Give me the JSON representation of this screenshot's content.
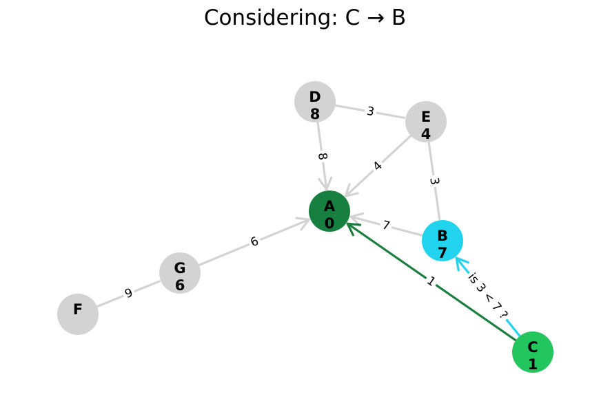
{
  "title": "Considering: C → B",
  "colors": {
    "default_node": "#d3d3d3",
    "default_edge": "#d3d3d3",
    "source_node": "#177f3f",
    "current_node": "#22c55e",
    "target_node": "#22d3ee",
    "tree_edge": "#1a7f3f",
    "considering_edge": "#22d3ee"
  },
  "nodes": [
    {
      "id": "A",
      "dist": "0",
      "color": "#177f3f"
    },
    {
      "id": "B",
      "dist": "7",
      "color": "#22d3ee"
    },
    {
      "id": "C",
      "dist": "1",
      "color": "#22c55e"
    },
    {
      "id": "D",
      "dist": "8",
      "color": "#d3d3d3"
    },
    {
      "id": "E",
      "dist": "4",
      "color": "#d3d3d3"
    },
    {
      "id": "F",
      "dist": "",
      "color": "#d3d3d3"
    },
    {
      "id": "G",
      "dist": "6",
      "color": "#d3d3d3"
    }
  ],
  "edges": [
    {
      "from": "D",
      "to": "E",
      "label": "3",
      "directed": false,
      "color": "#d3d3d3"
    },
    {
      "from": "D",
      "to": "A",
      "label": "8",
      "directed": true,
      "color": "#d3d3d3"
    },
    {
      "from": "E",
      "to": "A",
      "label": "4",
      "directed": true,
      "color": "#d3d3d3"
    },
    {
      "from": "E",
      "to": "B",
      "label": "3",
      "directed": false,
      "color": "#d3d3d3"
    },
    {
      "from": "B",
      "to": "A",
      "label": "7",
      "directed": true,
      "color": "#d3d3d3"
    },
    {
      "from": "G",
      "to": "A",
      "label": "6",
      "directed": true,
      "color": "#d3d3d3"
    },
    {
      "from": "F",
      "to": "G",
      "label": "9",
      "directed": false,
      "color": "#d3d3d3"
    },
    {
      "from": "C",
      "to": "A",
      "label": "1",
      "directed": true,
      "color": "#1a7f3f"
    },
    {
      "from": "C",
      "to": "B",
      "label": "is 3 < 7 ?",
      "directed": true,
      "color": "#22d3ee"
    }
  ]
}
